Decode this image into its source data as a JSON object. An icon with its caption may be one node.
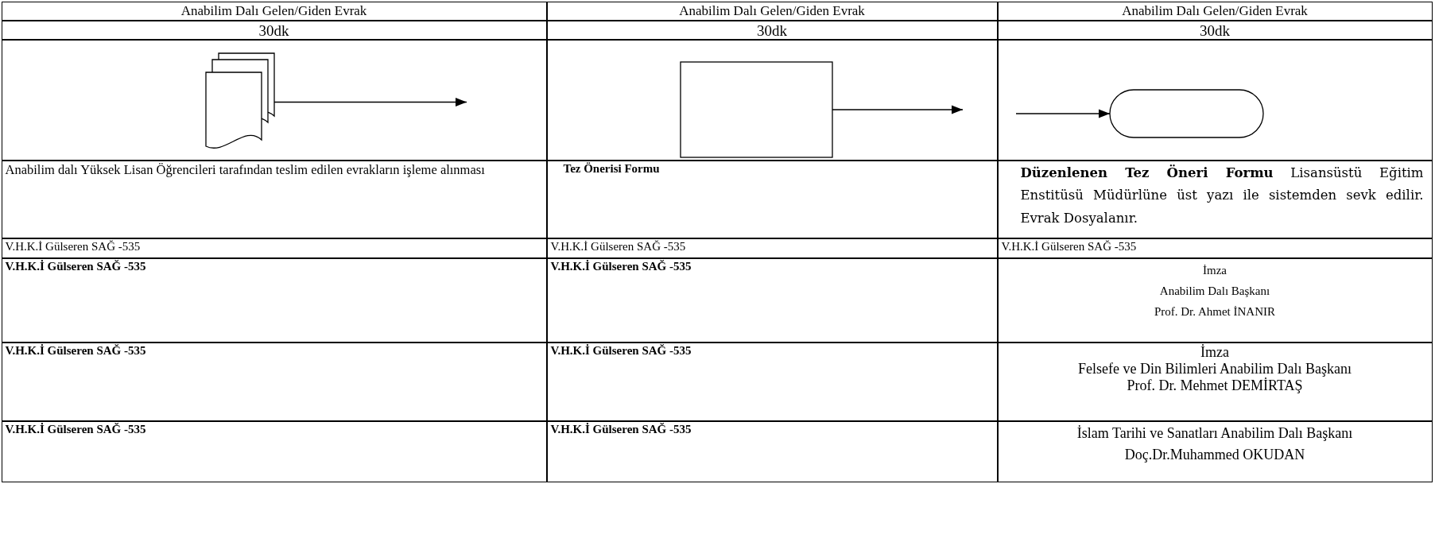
{
  "diagram": {
    "nodes": [
      {
        "text": [],
        "shape": "document"
      },
      {
        "text": [],
        "shape": "box"
      },
      {
        "text": [],
        "shape": "pill"
      }
    ],
    "edges": [
      {
        "from": 0,
        "to": null,
        "arrow": "to"
      },
      {
        "from": 1,
        "to": null,
        "arrow": "to"
      },
      {
        "from": null,
        "to": 2,
        "arrow": "to"
      }
    ],
    "labels": [
      "Anabilim Dalı Gelen/Giden Evrak",
      "Anabilim Dalı Gelen/Giden Evrak",
      "Anabilim Dalı Gelen/Giden Evrak",
      "30dk",
      "30dk",
      "30dk",
      "Anabilim dalı Yüksek Lisan Öğrencileri tarafından teslim edilen evrakların işleme alınması",
      "Tez Önerisi Formu",
      "**Düzenlenen Tez Öneri Formu** Lisansüstü Eğitim Enstitüsü Müdürlüne üst yazı ile sistemden sevk edilir. Evrak Dosyalanır.",
      "V.H.K.İ Gülseren SAĞ -535",
      "V.H.K.İ Gülseren SAĞ -535",
      "V.H.K.İ Gülseren SAĞ -535",
      "V.H.K.İ Gülseren SAĞ -535",
      "V.H.K.İ Gülseren SAĞ -535",
      "İmza",
      "Anabilim Dalı Başkanı",
      "Prof. Dr. Ahmet İNANIR",
      "V.H.K.İ Gülseren SAĞ -535",
      "V.H.K.İ Gülseren SAĞ -535",
      "İmza",
      "Felsefe ve Din Bilimleri  Anabilim Dalı Başkanı",
      "Prof. Dr. Mehmet DEMİRTAŞ",
      "V.H.K.İ Gülseren SAĞ -535",
      "V.H.K.İ Gülseren SAĞ -535",
      "İslam Tarihi ve Sanatları Anabilim Dalı Başkanı",
      "Doç.Dr.Muhammed OKUDAN"
    ]
  }
}
